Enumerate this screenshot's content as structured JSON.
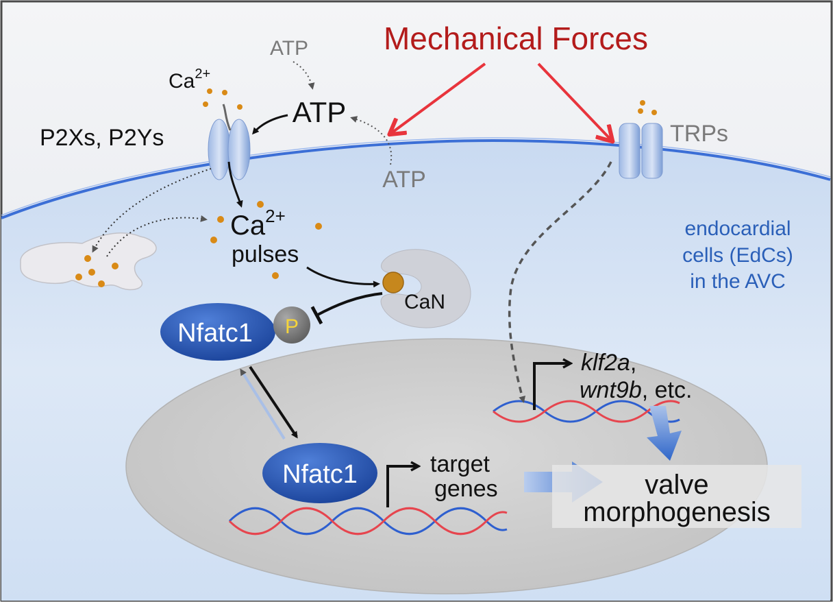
{
  "title": "Mechanical Forces",
  "labels": {
    "atp_outside_top": "ATP",
    "atp_center": "ATP",
    "atp_outside_bottom": "ATP",
    "ca_top": "Ca",
    "ca_top_sup": "2+",
    "p2x_p2y": "P2Xs, P2Ys",
    "trps": "TRPs",
    "ca_pulses_ca": "Ca",
    "ca_pulses_sup": "2+",
    "ca_pulses_word": "pulses",
    "can": "CaN",
    "nfatc1_cyto": "Nfatc1",
    "phospho": "P",
    "nfatc1_nucleus": "Nfatc1",
    "target_line1": "target",
    "target_line2": "genes",
    "klf2a": "klf2a",
    "klf2a_comma": ",",
    "wnt9b": "wnt9b",
    "wnt9b_rest": ", etc.",
    "valve_line1": "valve",
    "valve_line2": "morphogenesis",
    "edc_line1": "endocardial",
    "edc_line2": "cells (EdCs)",
    "edc_line3": "in the AVC"
  },
  "colors": {
    "title_red": "#b31b1b",
    "force_arrow_red": "#e8343c",
    "edc_blue": "#2a5fb8",
    "nfat_blue": "#1f4fae",
    "membrane_blue": "#3c6fd6",
    "calcium_orange": "#d98a16",
    "atp_gray": "#7a7a7a"
  }
}
